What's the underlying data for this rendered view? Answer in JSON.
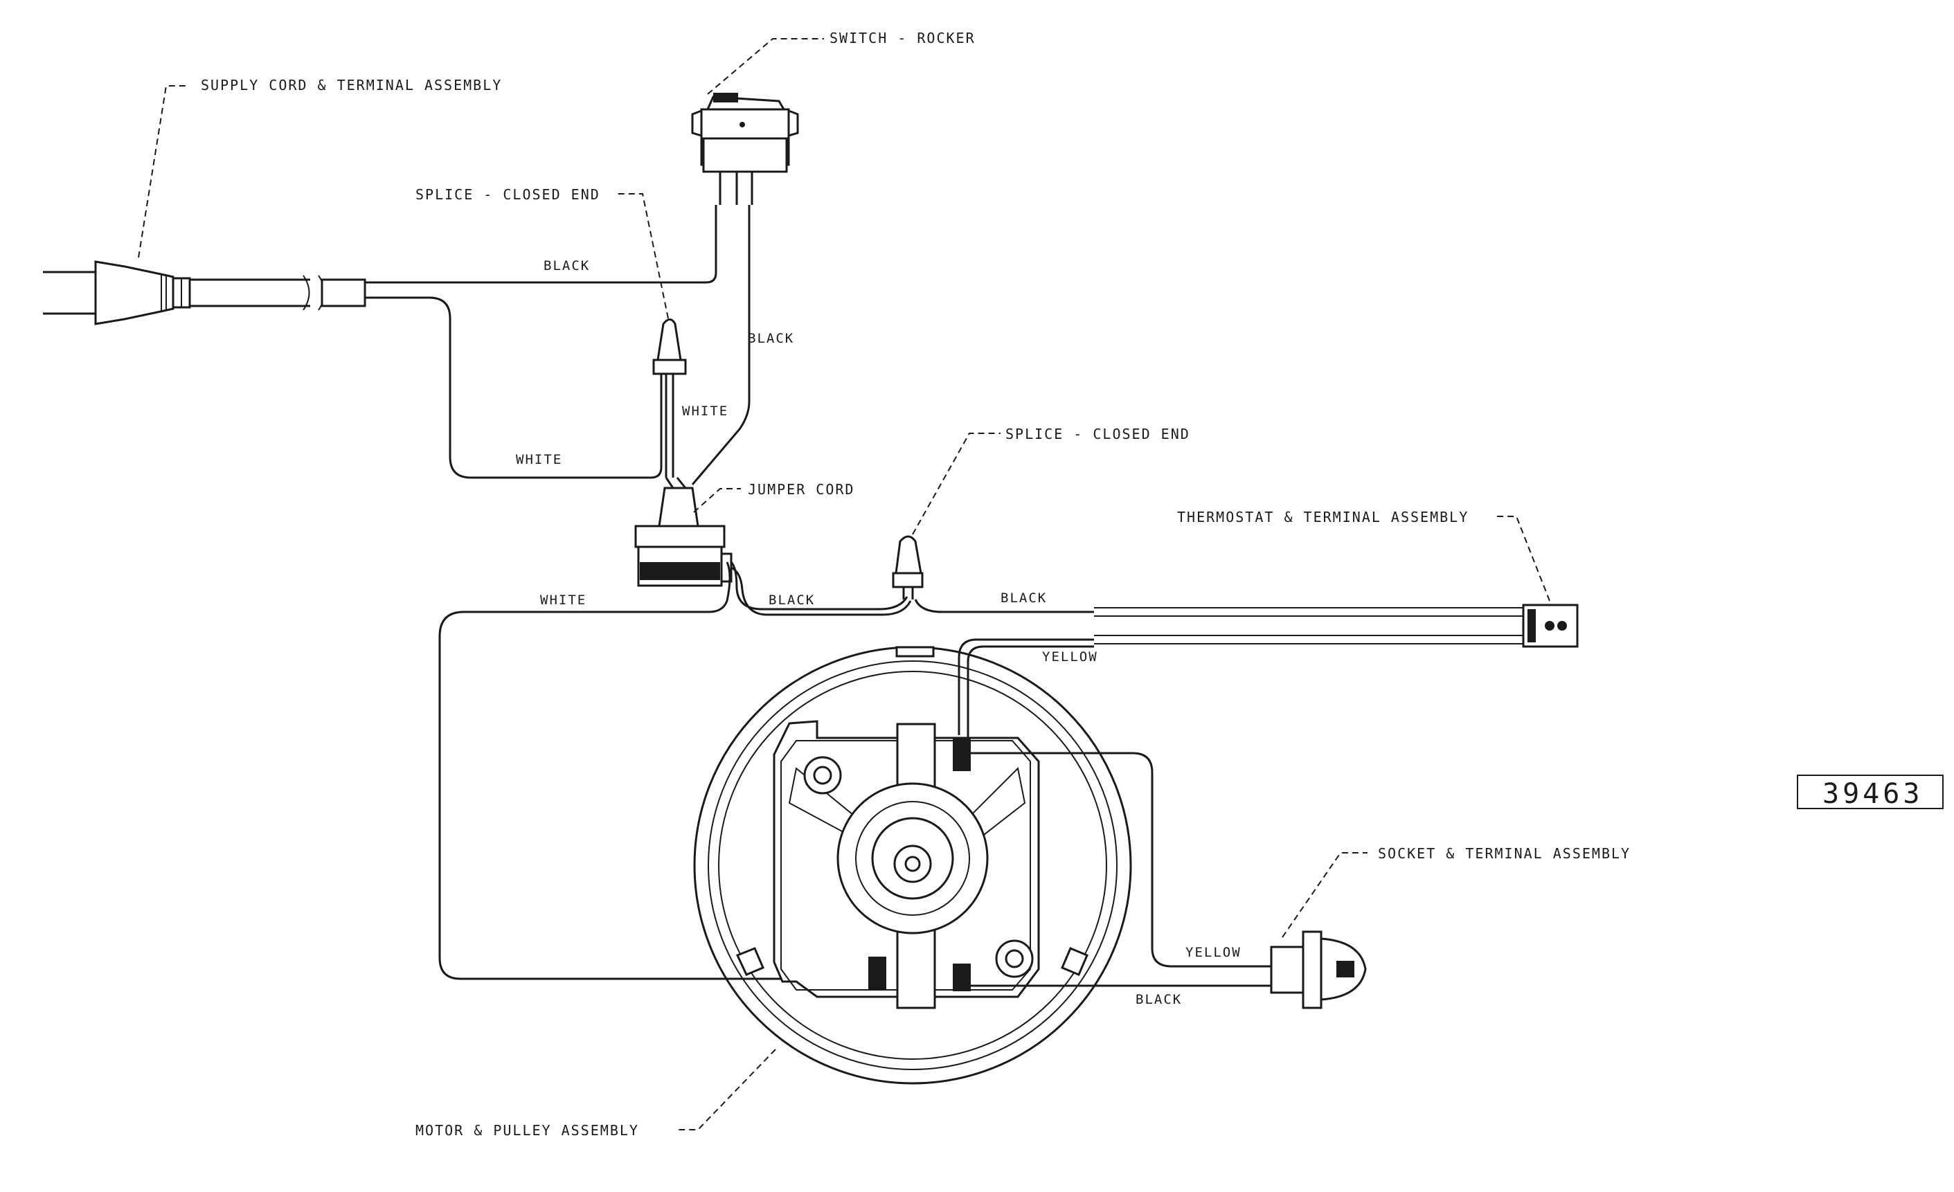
{
  "labels": {
    "supply_cord": "SUPPLY CORD & TERMINAL ASSEMBLY",
    "switch": "SWITCH - ROCKER",
    "splice_1": "SPLICE - CLOSED END",
    "splice_2": "SPLICE - CLOSED END",
    "jumper_cord": "JUMPER CORD",
    "thermostat": "THERMOSTAT & TERMINAL ASSEMBLY",
    "socket": "SOCKET & TERMINAL ASSEMBLY",
    "motor": "MOTOR & PULLEY ASSEMBLY"
  },
  "wires": {
    "black_supply": "BLACK",
    "black_switch": "BLACK",
    "white_switch": "WHITE",
    "white_supply": "WHITE",
    "white_motor": "WHITE",
    "black_jumper": "BLACK",
    "black_thermostat": "BLACK",
    "yellow_thermostat": "YELLOW",
    "yellow_socket": "YELLOW",
    "black_socket": "BLACK"
  },
  "stamp": "39463"
}
